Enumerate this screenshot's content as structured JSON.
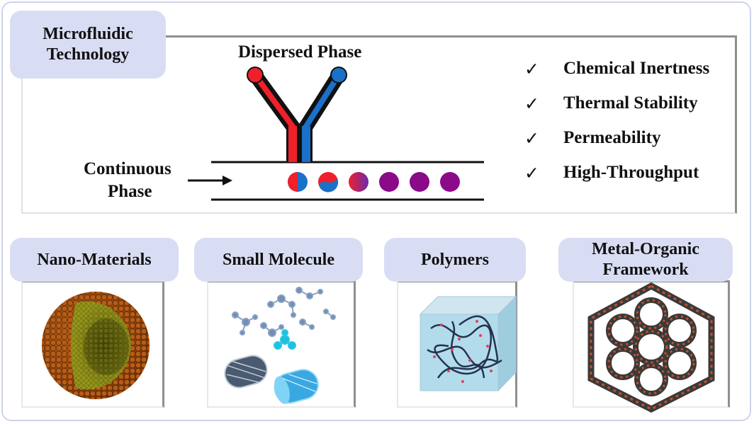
{
  "title": "Microfluidic\nTechnology",
  "device": {
    "dispersed_label": "Dispersed Phase",
    "continuous_label_line1": "Continuous",
    "continuous_label_line2": "Phase"
  },
  "properties": [
    {
      "check": "✓",
      "label": "Chemical Inertness"
    },
    {
      "check": "✓",
      "label": "Thermal Stability"
    },
    {
      "check": "✓",
      "label": "Permeability"
    },
    {
      "check": "✓",
      "label": "High-Throughput"
    }
  ],
  "categories": [
    {
      "label": "Nano-Materials"
    },
    {
      "label": "Small Molecule"
    },
    {
      "label": "Polymers"
    },
    {
      "label": "Metal-Organic\nFramework"
    }
  ],
  "colors": {
    "red": "#f0202a",
    "blue": "#1b70c8",
    "purple": "#8a0a8a",
    "pill": "#d9ddf4",
    "border": "#8f8f8f"
  }
}
